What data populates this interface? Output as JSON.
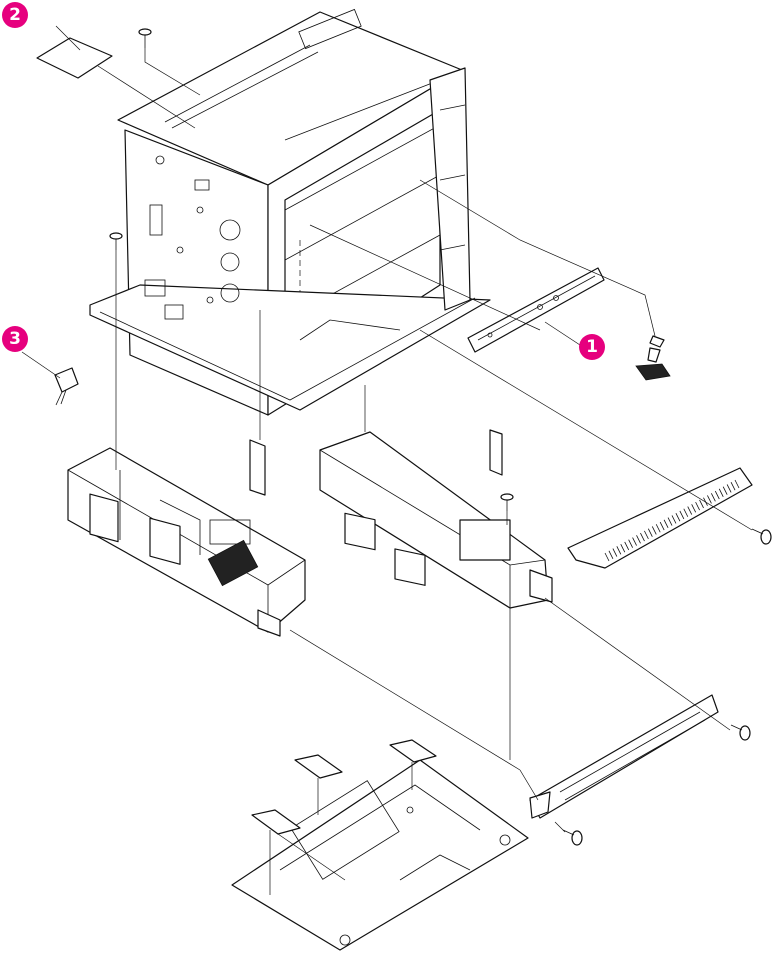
{
  "diagram": {
    "callout_color": "#e6007e",
    "callouts": [
      {
        "id": "callout-1",
        "label": "1"
      },
      {
        "id": "callout-2",
        "label": "2"
      },
      {
        "id": "callout-3",
        "label": "3"
      }
    ]
  }
}
